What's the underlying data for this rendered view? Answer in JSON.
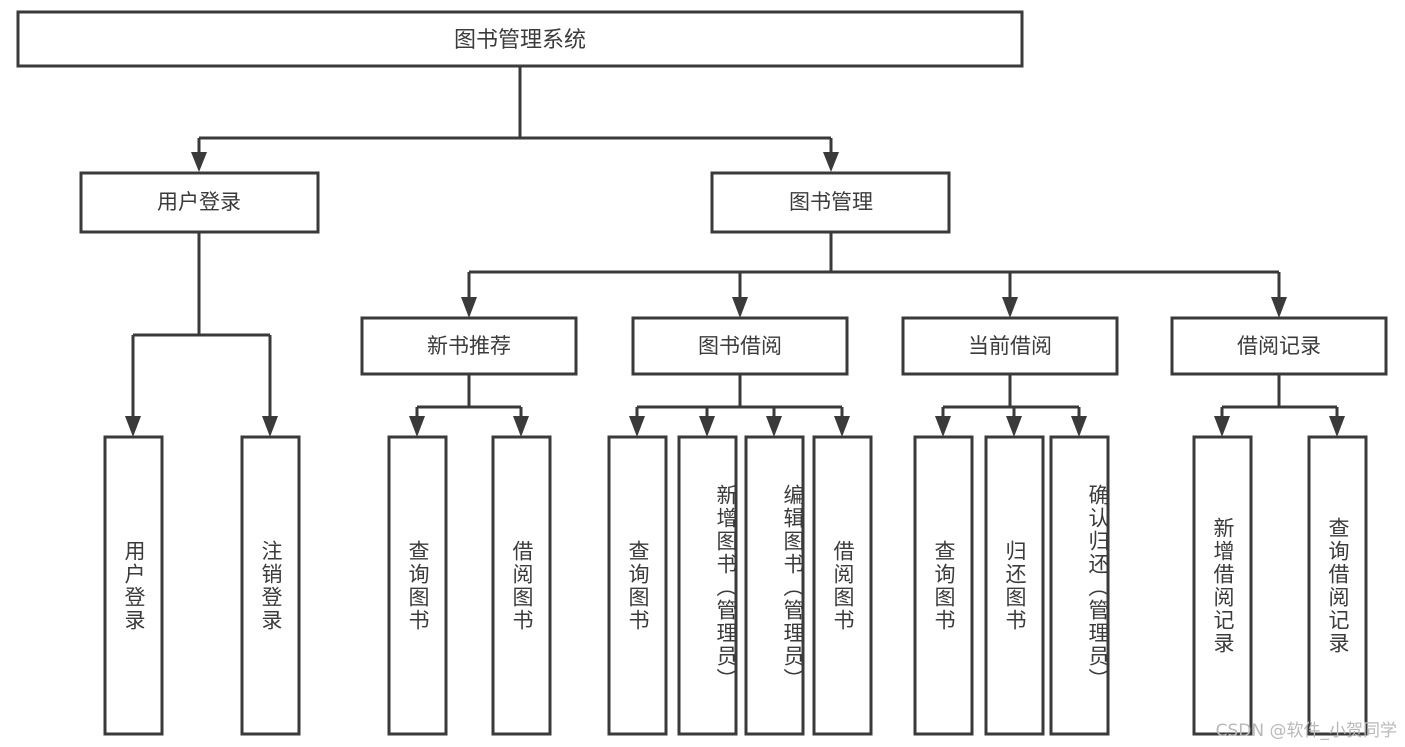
{
  "diagram": {
    "title": "图书管理系统",
    "type": "tree-hierarchy",
    "root": {
      "label": "图书管理系统"
    },
    "level1": [
      {
        "label": "用户登录"
      },
      {
        "label": "图书管理"
      }
    ],
    "level2": [
      {
        "label": "新书推荐",
        "parent": "图书管理"
      },
      {
        "label": "图书借阅",
        "parent": "图书管理"
      },
      {
        "label": "当前借阅",
        "parent": "图书管理"
      },
      {
        "label": "借阅记录",
        "parent": "图书管理"
      }
    ],
    "leaves": {
      "user_login": [
        {
          "label": "用户登录"
        },
        {
          "label": "注销登录"
        }
      ],
      "new_book_recommend": [
        {
          "label": "查询图书"
        },
        {
          "label": "借阅图书"
        }
      ],
      "book_borrow": [
        {
          "label": "查询图书"
        },
        {
          "label": "新增图书（管理员）"
        },
        {
          "label": "编辑图书（管理员）"
        },
        {
          "label": "借阅图书"
        }
      ],
      "current_borrow": [
        {
          "label": "查询图书"
        },
        {
          "label": "归还图书"
        },
        {
          "label": "确认归还（管理员）"
        }
      ],
      "borrow_record": [
        {
          "label": "新增借阅记录"
        },
        {
          "label": "查询借阅记录"
        }
      ]
    }
  },
  "watermark": {
    "text": "CSDN @软件_小贺同学"
  },
  "colors": {
    "stroke": "#3a3a3a",
    "text": "#3b3b3b",
    "background": "#ffffff",
    "watermark": "#b9b9b9"
  }
}
